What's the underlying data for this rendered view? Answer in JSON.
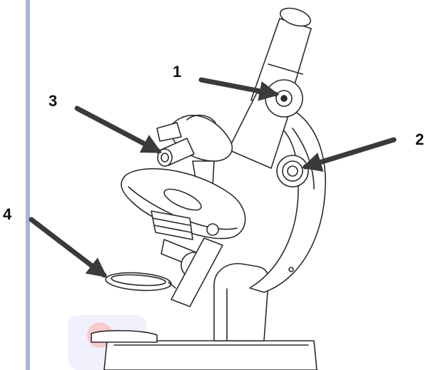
{
  "colors": {
    "left_bar": "#a9b4d6",
    "line": "#2b2b2b",
    "arrow": "#3a3a3a",
    "fill": "#ffffff",
    "shade": "#dcdcdc",
    "logo_circle": "#f08c8c",
    "logo_blue": "#c9cdf2"
  },
  "labels": {
    "one": "1",
    "two": "2",
    "three": "3",
    "four": "4"
  }
}
